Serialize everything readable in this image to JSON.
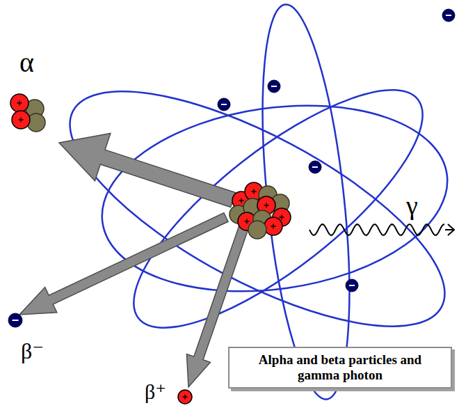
{
  "diagram": {
    "nodes": [
      {
        "text": [
          "Alpha and beta particles and gamma photon"
        ]
      }
    ],
    "labels": [
      "α",
      "β⁻",
      "β⁺",
      "γ"
    ]
  }
}
